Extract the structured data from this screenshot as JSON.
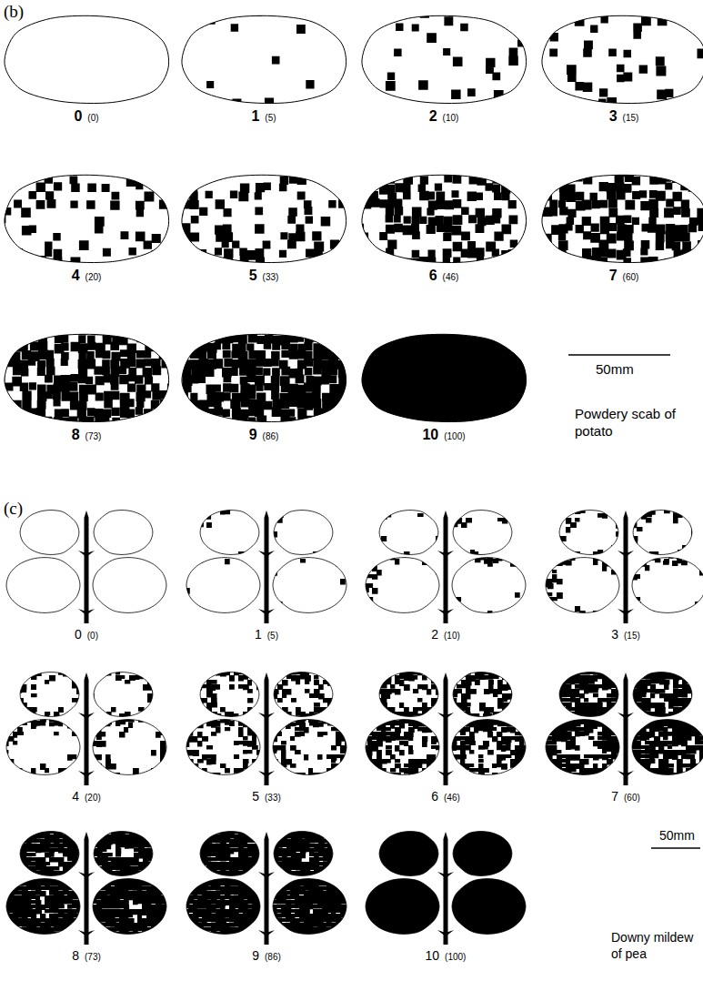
{
  "diagram": {
    "labels": [
      "(b)",
      "0",
      "(0)",
      "1",
      "(5)",
      "2",
      "(10)",
      "3",
      "(15)",
      "4",
      "(20)",
      "5",
      "(33)",
      "6",
      "(46)",
      "7",
      "(60)",
      "8",
      "(73)",
      "9",
      "(86)",
      "10",
      "(100)",
      "50mm",
      "Powdery scab of potato",
      "(c)",
      "0",
      "(0)",
      "1",
      "(5)",
      "2",
      "(10)",
      "3",
      "(15)",
      "4",
      "(20)",
      "5",
      "(33)",
      "6",
      "(46)",
      "7",
      "(60)",
      "8",
      "(73)",
      "9",
      "(86)",
      "10",
      "(100)",
      "50mm",
      "Downy mildew of pea"
    ]
  }
}
